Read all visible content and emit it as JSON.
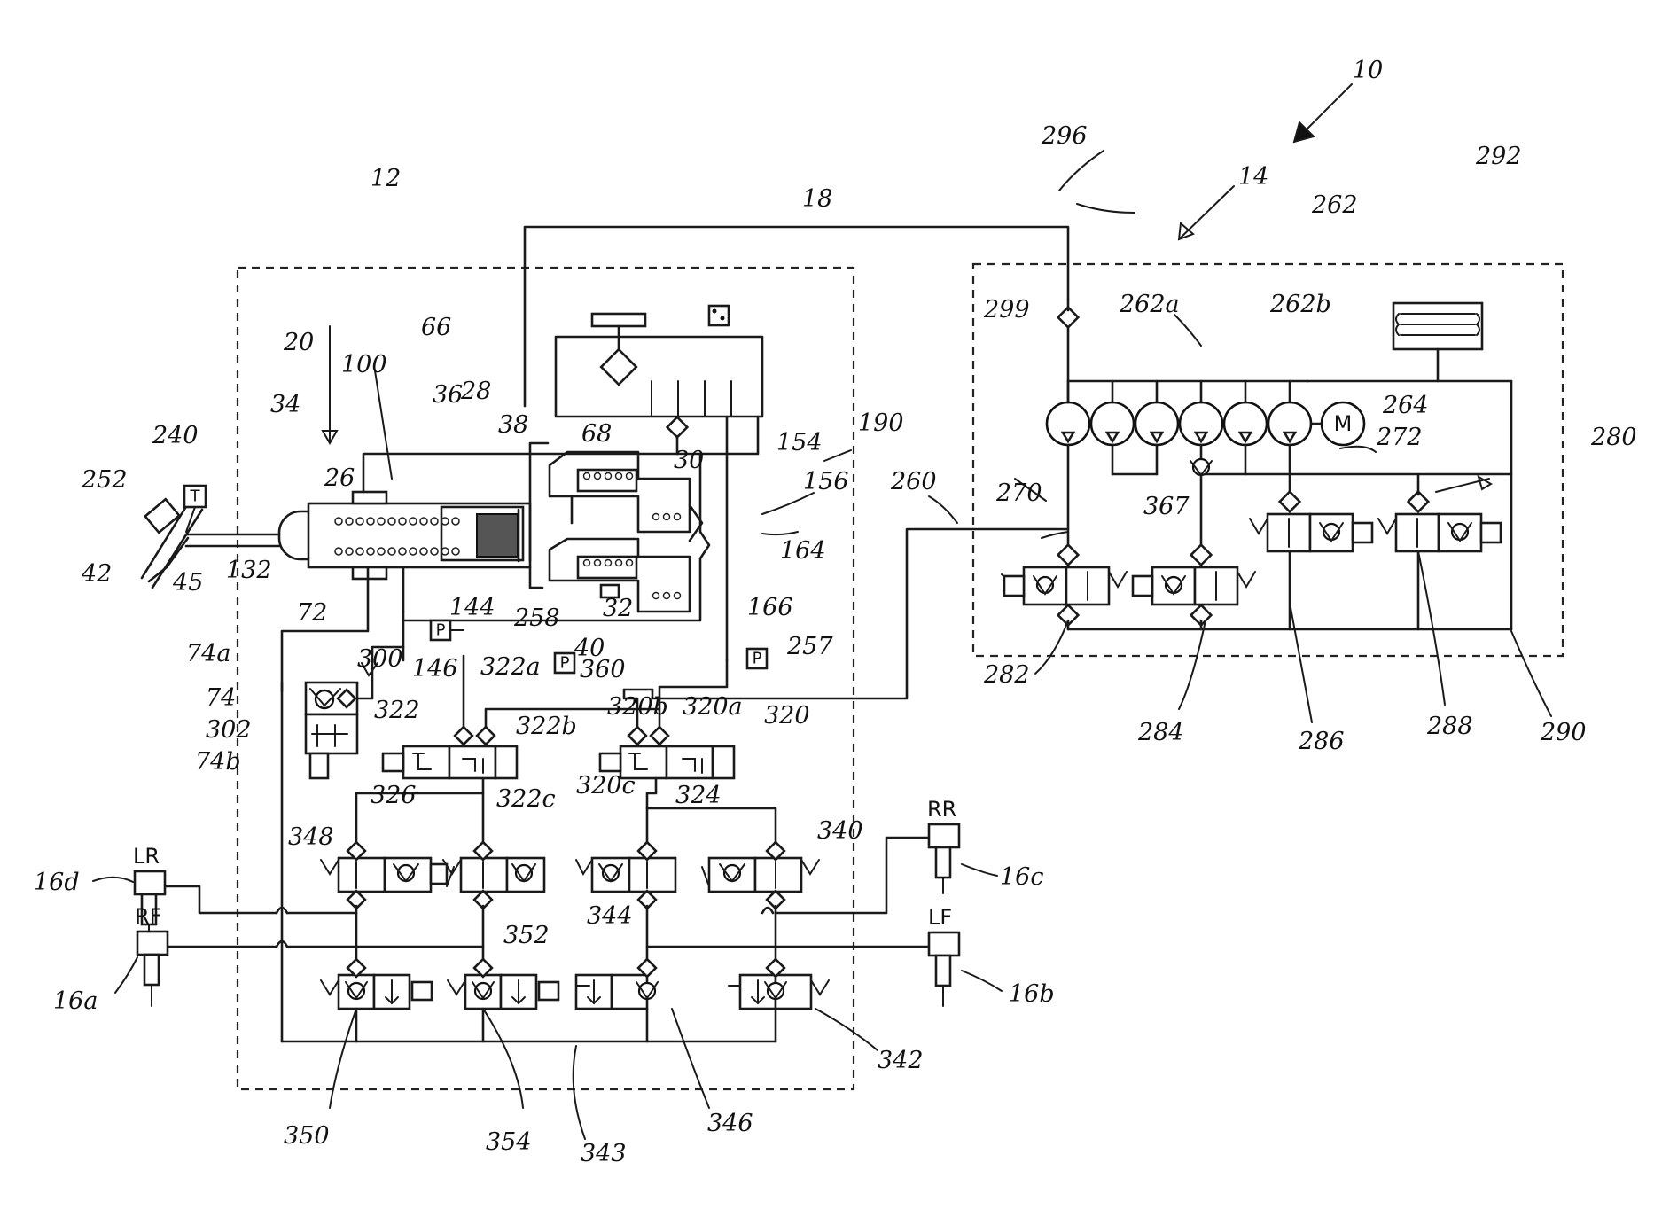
{
  "figure": {
    "wheel_labels": {
      "lr": "LR",
      "rf": "RF",
      "rr": "RR",
      "lf": "LF"
    },
    "symbols": {
      "pressure": "P",
      "travel": "T",
      "motor": "M"
    },
    "refs": {
      "r10": "10",
      "r12": "12",
      "r14": "14",
      "r18": "18",
      "r20": "20",
      "r26": "26",
      "r28": "28",
      "r30": "30",
      "r32": "32",
      "r34": "34",
      "r36": "36",
      "r38": "38",
      "r40": "40",
      "r42": "42",
      "r45": "45",
      "r66": "66",
      "r68": "68",
      "r72": "72",
      "r74": "74",
      "r74a": "74a",
      "r74b": "74b",
      "r100": "100",
      "r132": "132",
      "r144": "144",
      "r146": "146",
      "r154": "154",
      "r156": "156",
      "r164": "164",
      "r166": "166",
      "r190": "190",
      "r240": "240",
      "r252": "252",
      "r257": "257",
      "r258": "258",
      "r260": "260",
      "r262": "262",
      "r262a": "262a",
      "r262b": "262b",
      "r264": "264",
      "r270": "270",
      "r272": "272",
      "r280": "280",
      "r282": "282",
      "r284": "284",
      "r286": "286",
      "r288": "288",
      "r290": "290",
      "r292": "292",
      "r296": "296",
      "r299": "299",
      "r300": "300",
      "r302": "302",
      "r320": "320",
      "r320a": "320a",
      "r320b": "320b",
      "r320c": "320c",
      "r322": "322",
      "r322a": "322a",
      "r322b": "322b",
      "r322c": "322c",
      "r324": "324",
      "r326": "326",
      "r340": "340",
      "r342": "342",
      "r343": "343",
      "r344": "344",
      "r346": "346",
      "r348": "348",
      "r350": "350",
      "r352": "352",
      "r354": "354",
      "r360": "360",
      "r367": "367",
      "r16a": "16a",
      "r16b": "16b",
      "r16c": "16c",
      "r16d": "16d"
    }
  }
}
